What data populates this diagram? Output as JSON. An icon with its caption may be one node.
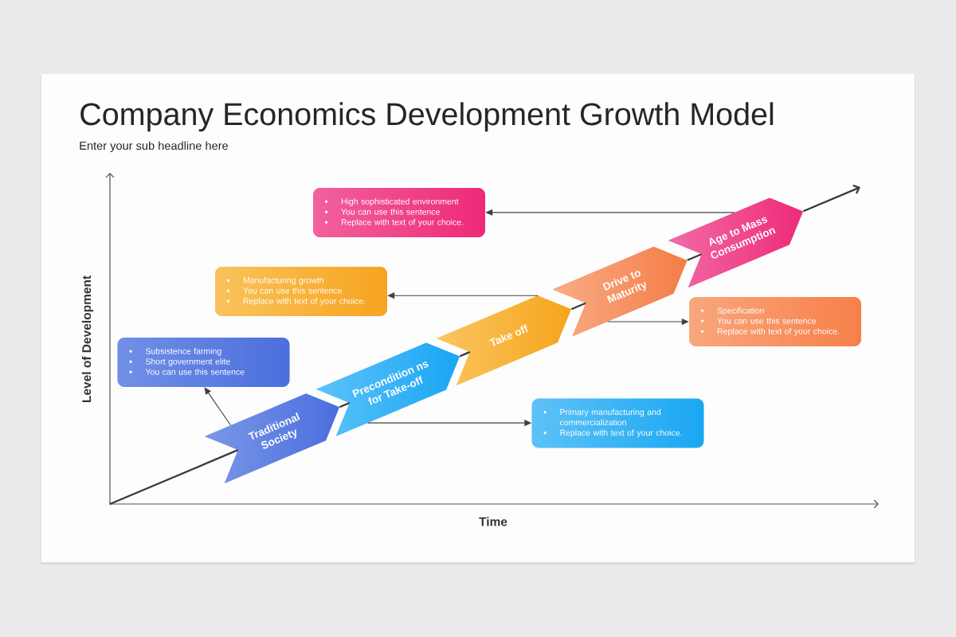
{
  "diagram": {
    "title": "Company Economics Development Growth Model",
    "nodes": [
      {
        "text": [
          "Traditional Society"
        ]
      },
      {
        "text": [
          "Precondition ns for Take-off"
        ]
      },
      {
        "text": [
          "Take off"
        ]
      },
      {
        "text": [
          "Drive to Maturity"
        ]
      },
      {
        "text": [
          "Age to Mass Consumption"
        ]
      },
      {
        "text": [
          "Subsistence farming",
          "Short government elite",
          "You can use this sentence"
        ]
      },
      {
        "text": [
          "Primary manufacturing and commercialization",
          "Replace with text of your choice."
        ]
      },
      {
        "text": [
          "Manufacturing growth",
          "You can use this sentence",
          "Replace with text of your choice."
        ]
      },
      {
        "text": [
          "Specification",
          "You can use this sentence",
          "Replace with text of your choice."
        ]
      },
      {
        "text": [
          "High sophisticated environment",
          "You can use this sentence",
          "Replace with text of your choice."
        ]
      }
    ],
    "edges": [
      {
        "from": null,
        "to": 0,
        "arrow": "none"
      },
      {
        "from": 0,
        "to": 1,
        "arrow": "none"
      },
      {
        "from": 1,
        "to": 2,
        "arrow": "none"
      },
      {
        "from": 2,
        "to": 3,
        "arrow": "none"
      },
      {
        "from": 3,
        "to": 4,
        "arrow": "none"
      },
      {
        "from": 4,
        "to": null,
        "arrow": "to"
      },
      {
        "from": 0,
        "to": 5,
        "arrow": "to"
      },
      {
        "from": 1,
        "to": 6,
        "arrow": "to"
      },
      {
        "from": 2,
        "to": 7,
        "arrow": "to"
      },
      {
        "from": 3,
        "to": 8,
        "arrow": "to"
      },
      {
        "from": 4,
        "to": 9,
        "arrow": "to"
      }
    ],
    "labels": [
      "Enter your sub headline here",
      "Level of Development",
      "Time"
    ]
  }
}
